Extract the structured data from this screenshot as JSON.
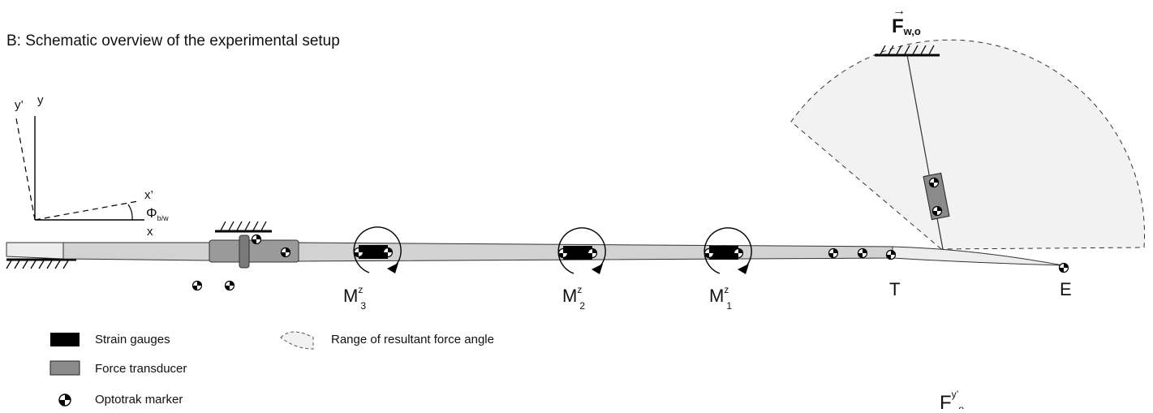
{
  "title": "B: Schematic overview of the experimental setup",
  "axes": {
    "y": "y",
    "y_prime": "y’",
    "x": "x",
    "x_prime": "x’",
    "angle_symbol": "Φ",
    "angle_sub": "b/w"
  },
  "force": {
    "symbol": "F",
    "sub": "w,o",
    "arrow": "→"
  },
  "moments": [
    {
      "base": "M",
      "sup": "z",
      "sub": "3"
    },
    {
      "base": "M",
      "sup": "z",
      "sub": "2"
    },
    {
      "base": "M",
      "sup": "z",
      "sub": "1"
    }
  ],
  "points": {
    "T": "T",
    "E": "E"
  },
  "legend": {
    "strain_gauges": "Strain gauges",
    "force_transducer": "Force transducer",
    "optotrak_marker": "Optotrak marker",
    "range": "Range of resultant force angle"
  },
  "corner_label": {
    "base": "F",
    "sup": "y’",
    "sub": "o"
  },
  "colors": {
    "shaft": "#d2d2d2",
    "transducer": "#8a8a8a",
    "gauge": "#000000",
    "range_fill": "#f2f2f2"
  }
}
